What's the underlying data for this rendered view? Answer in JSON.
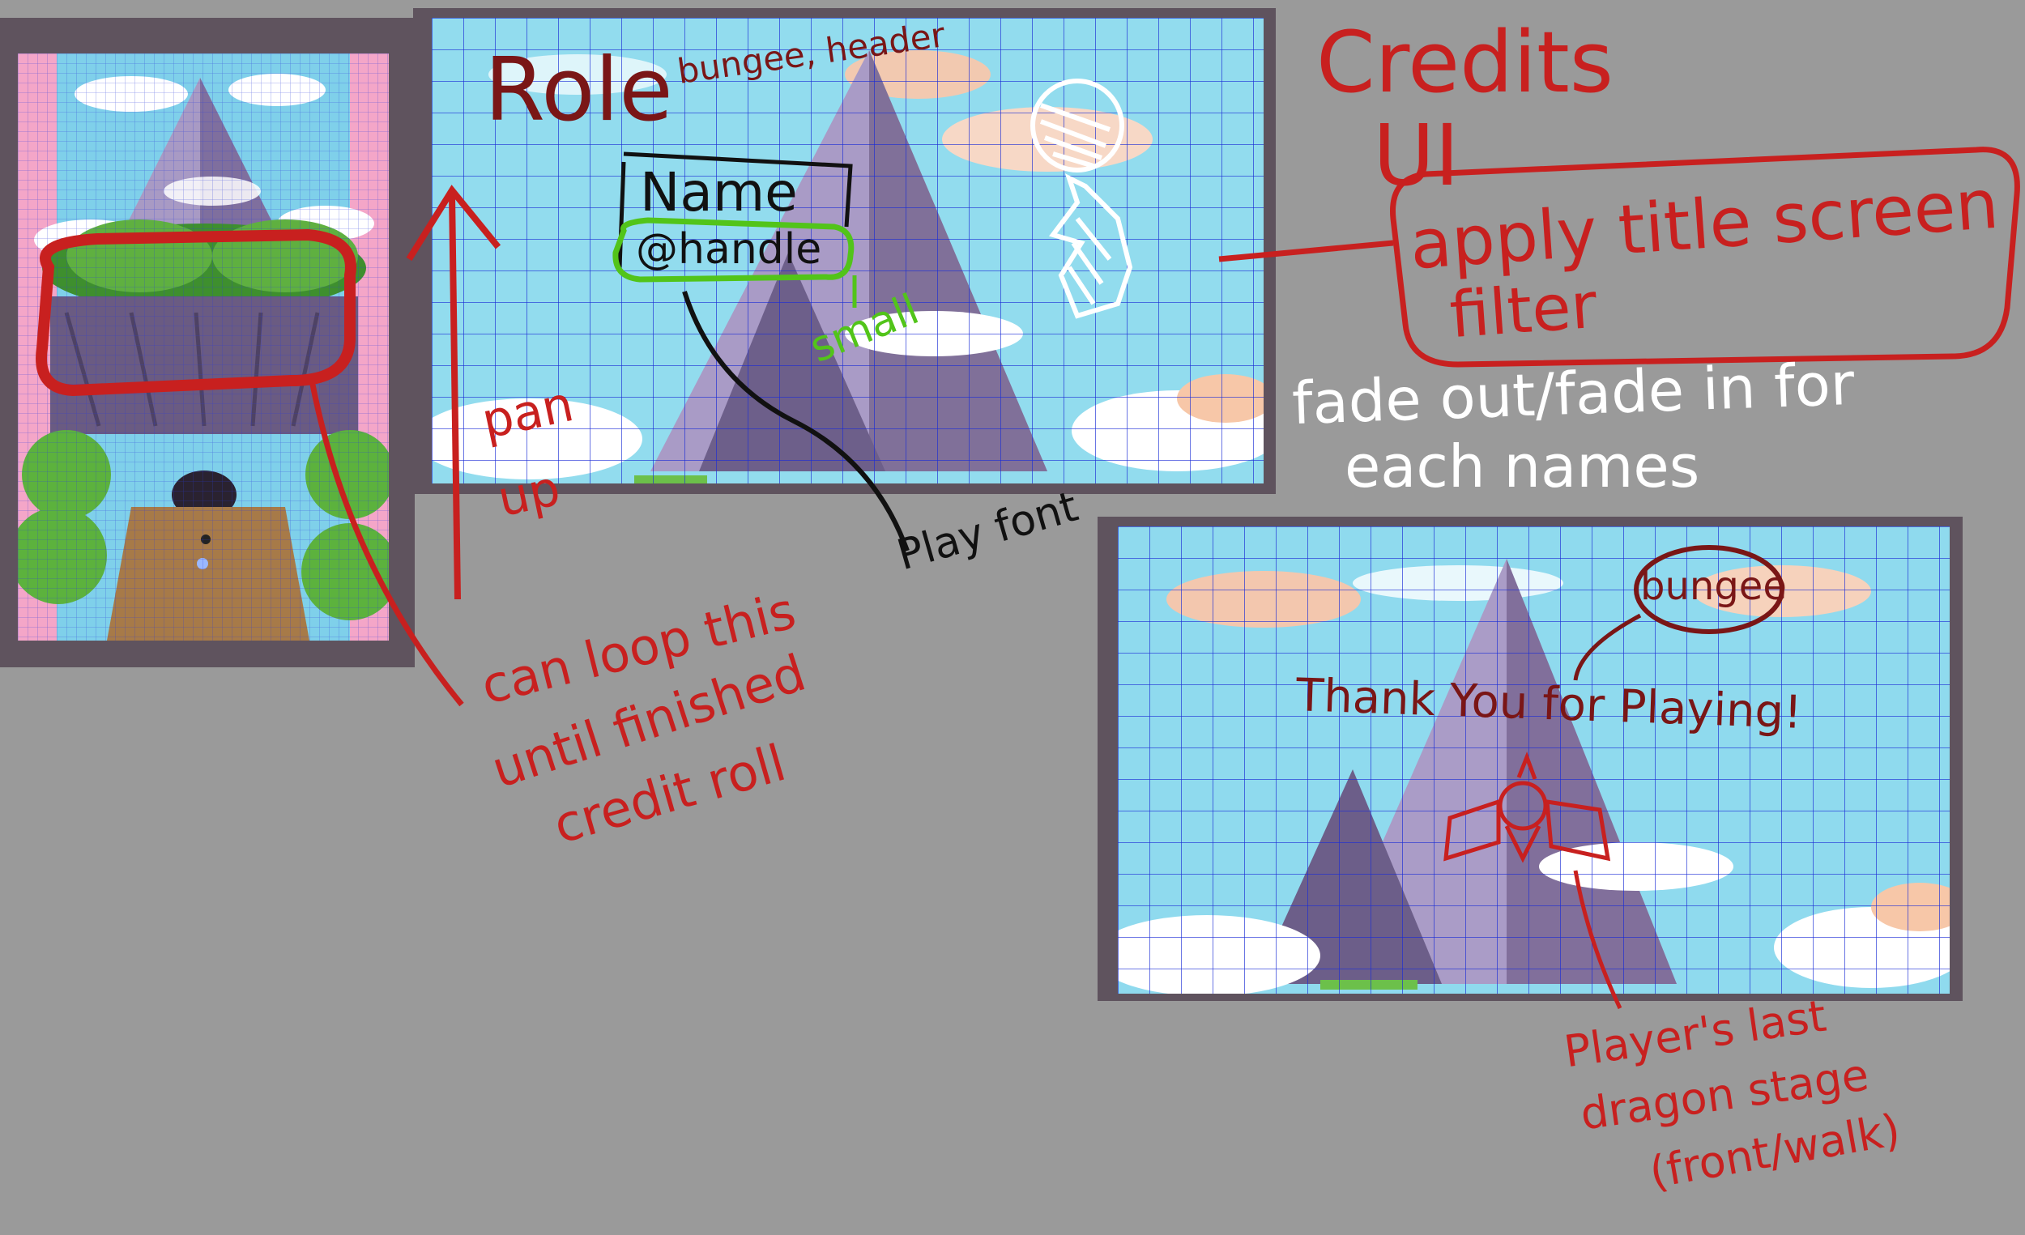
{
  "annotations": {
    "role_header": "Role",
    "role_header_note": "bungee, header",
    "name_label": "Name",
    "handle_label": "@handle",
    "handle_size_note": "small",
    "play_font_note": "Play font",
    "pan_up_note_line1": "pan",
    "pan_up_note_line2": "up",
    "credits_title_line1": "Credits",
    "credits_title_line2": "UI",
    "filter_note_line1": "apply title screen",
    "filter_note_line2": "filter",
    "fade_note_line1": "fade out/fade in for",
    "fade_note_line2": "each names",
    "loop_note_line1": "can loop this",
    "loop_note_line2": "until finished",
    "loop_note_line3": "credit roll",
    "thanks_text": "Thank You for Playing!",
    "thanks_font_note": "bungee",
    "dragon_note_line1": "Player's last",
    "dragon_note_line2": "dragon stage",
    "dragon_note_line3": "(front/walk)"
  },
  "colors": {
    "background": "#9a9a9a",
    "frame": "#5f535e",
    "annotation_red": "#c8201f",
    "annotation_dark_red": "#7a1616",
    "annotation_green": "#52c41a",
    "grid_blue": "#1a2bd6",
    "sky": "#7fd0ea",
    "pink_border": "#f4a6c8"
  }
}
